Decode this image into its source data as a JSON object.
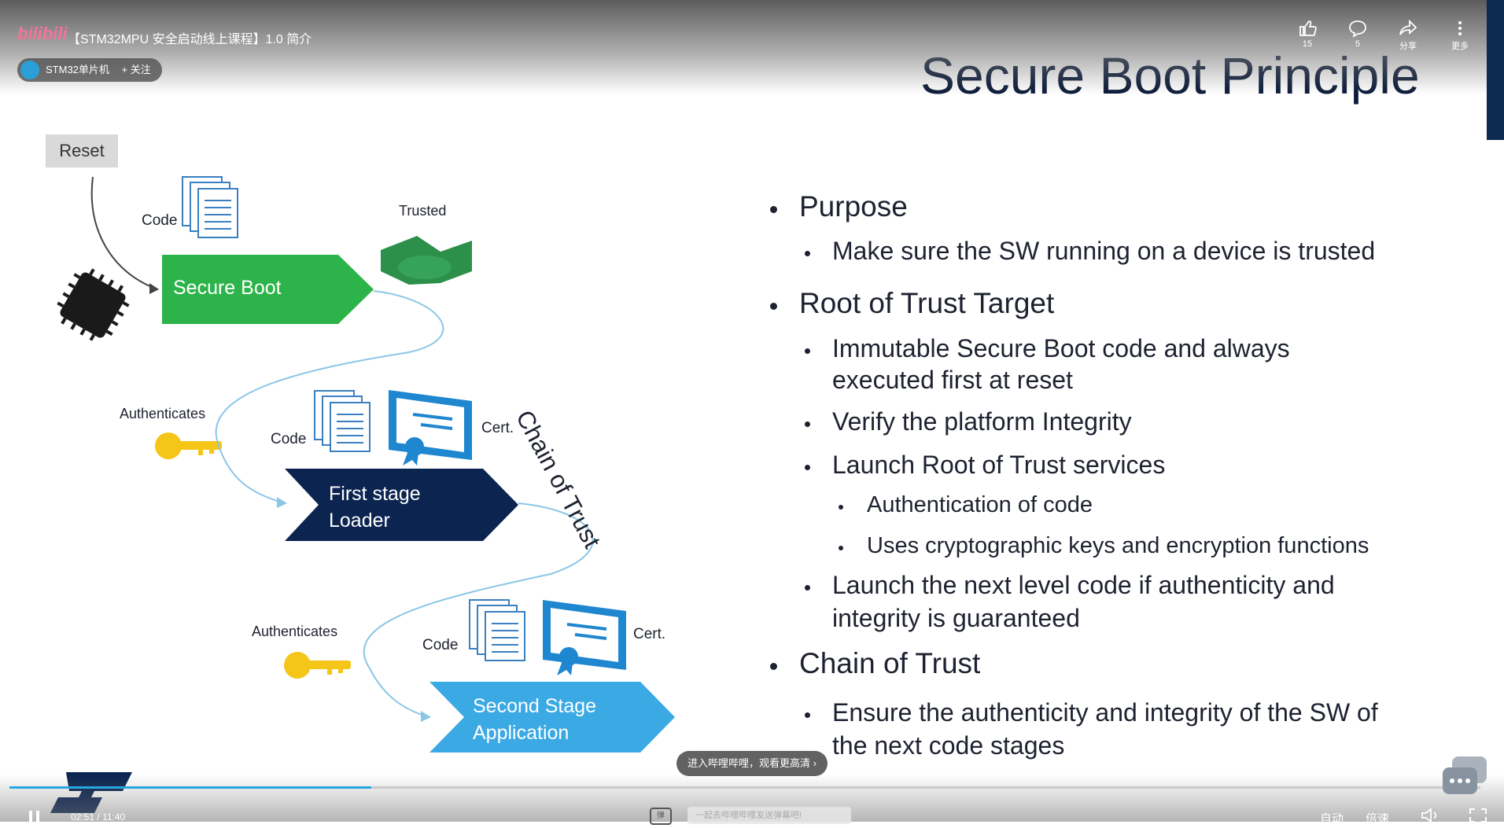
{
  "header": {
    "logo": "bilibili",
    "video_title": "【STM32MPU 安全启动线上课程】1.0 简介",
    "uploader": "STM32单片机",
    "follow_label": "+ 关注",
    "like_count": "15",
    "comment_count": "5",
    "share_label": "分享",
    "more_label": "更多"
  },
  "slide": {
    "title": "Secure Boot Principle",
    "bullets": [
      {
        "level": 1,
        "text": "Purpose"
      },
      {
        "level": 2,
        "text": "Make sure the SW running on a device is trusted"
      },
      {
        "level": 1,
        "text": "Root of Trust Target"
      },
      {
        "level": 2,
        "text": "Immutable Secure Boot code and always"
      },
      {
        "level": 0,
        "text": "executed first at reset"
      },
      {
        "level": 2,
        "text": "Verify the platform Integrity"
      },
      {
        "level": 2,
        "text": "Launch Root of Trust services"
      },
      {
        "level": 3,
        "text": "Authentication of code"
      },
      {
        "level": 3,
        "text": "Uses cryptographic keys and encryption functions"
      },
      {
        "level": 2,
        "text": "Launch the next level code if authenticity and"
      },
      {
        "level": 0,
        "text": "integrity is guaranteed"
      },
      {
        "level": 1,
        "text": "Chain of Trust"
      },
      {
        "level": 2,
        "text": "Ensure the authenticity and integrity of the SW of"
      },
      {
        "level": 0,
        "text": "the next code stages"
      }
    ],
    "diagram": {
      "reset": "Reset",
      "code1": "Code",
      "trusted": "Trusted",
      "secure_boot": "Secure Boot",
      "authenticates1": "Authenticates",
      "code2": "Code",
      "cert1": "Cert.",
      "first_stage_1": "First stage",
      "first_stage_2": "Loader",
      "chain": "Chain of Trust",
      "authenticates2": "Authenticates",
      "code3": "Code",
      "cert2": "Cert.",
      "second_stage_1": "Second Stage",
      "second_stage_2": "Application"
    },
    "colors": {
      "secure_boot": "#2cb34a",
      "first_stage": "#0b2450",
      "second_stage": "#3ba9e4",
      "key": "#f5c518"
    }
  },
  "player": {
    "progress": 0.246,
    "hd_tip": "进入哔哩哔哩，观看更高清",
    "time_current": "02:51",
    "time_separator": "/",
    "time_total": "11:40",
    "danmaku_placeholder": "一起去哔哩哔哩发送弹幕吧!",
    "auto_label": "自动",
    "speed_label": "倍速",
    "danmaku_icon_label": "弹"
  }
}
